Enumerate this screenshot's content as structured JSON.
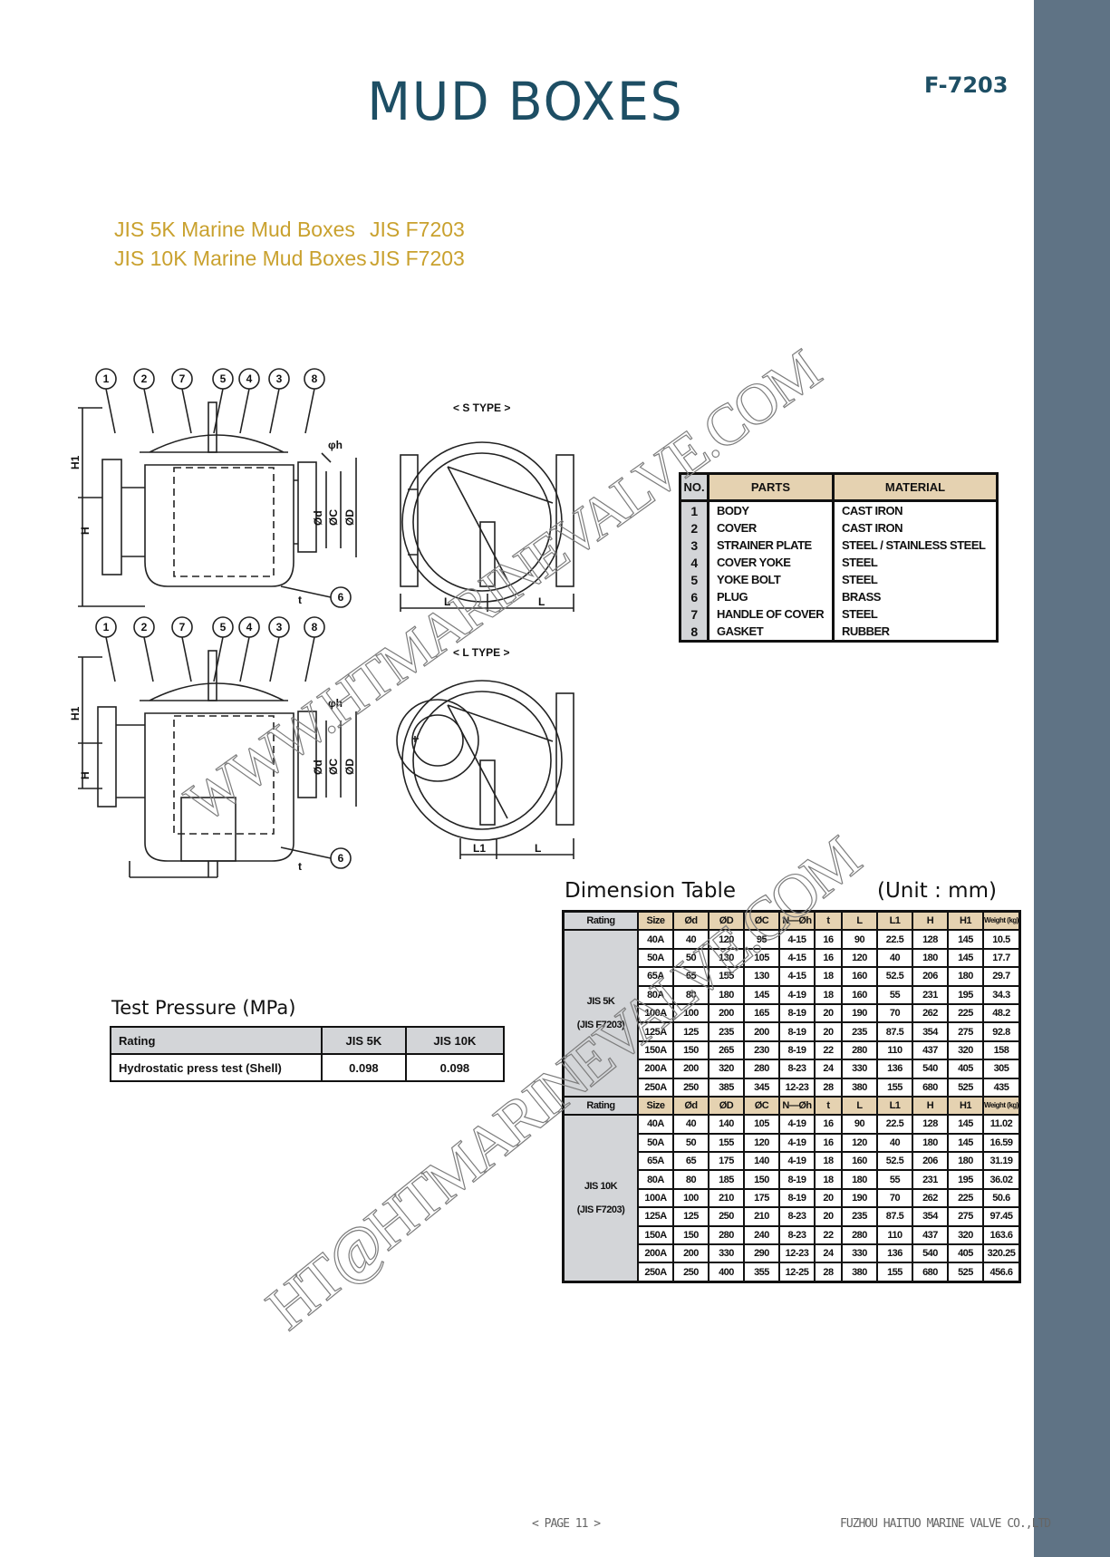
{
  "header": {
    "title": "MUD BOXES",
    "code": "F-7203"
  },
  "subtitles": [
    {
      "name": "JIS 5K Marine Mud Boxes",
      "standard": "JIS F7203"
    },
    {
      "name": "JIS 10K Marine Mud Boxes",
      "standard": "JIS F7203"
    }
  ],
  "drawings": {
    "s_type_label": "< S TYPE >",
    "l_type_label": "< L TYPE >",
    "callouts": [
      "1",
      "2",
      "7",
      "5",
      "4",
      "3",
      "8"
    ],
    "callout_bottom": "6",
    "dims": {
      "h1": "H1",
      "h": "H",
      "d": "Ød",
      "c": "ØC",
      "D": "ØD",
      "t": "t",
      "l": "L",
      "l1": "L1",
      "h_label": "φh"
    }
  },
  "parts_table": {
    "headers": [
      "NO.",
      "PARTS",
      "MATERIAL"
    ],
    "rows": [
      [
        "1",
        "BODY",
        "CAST IRON"
      ],
      [
        "2",
        "COVER",
        "CAST IRON"
      ],
      [
        "3",
        "STRAINER PLATE",
        "STEEL / STAINLESS STEEL"
      ],
      [
        "4",
        "COVER YOKE",
        "STEEL"
      ],
      [
        "5",
        "YOKE BOLT",
        "STEEL"
      ],
      [
        "6",
        "PLUG",
        "BRASS"
      ],
      [
        "7",
        "HANDLE OF COVER",
        "STEEL"
      ],
      [
        "8",
        "GASKET",
        "RUBBER"
      ]
    ]
  },
  "dimension_table": {
    "title": "Dimension Table",
    "unit": "(Unit : mm)",
    "headers": [
      "Rating",
      "Size",
      "Ød",
      "ØD",
      "ØC",
      "N—Øh",
      "t",
      "L",
      "L1",
      "H",
      "H1",
      "Weight (kg)"
    ],
    "groups": [
      {
        "rating": "JIS 5K",
        "rating_sub": "(JIS F7203)",
        "rows": [
          [
            "40A",
            "40",
            "120",
            "95",
            "4-15",
            "16",
            "90",
            "22.5",
            "128",
            "145",
            "10.5"
          ],
          [
            "50A",
            "50",
            "130",
            "105",
            "4-15",
            "16",
            "120",
            "40",
            "180",
            "145",
            "17.7"
          ],
          [
            "65A",
            "65",
            "155",
            "130",
            "4-15",
            "18",
            "160",
            "52.5",
            "206",
            "180",
            "29.7"
          ],
          [
            "80A",
            "80",
            "180",
            "145",
            "4-19",
            "18",
            "160",
            "55",
            "231",
            "195",
            "34.3"
          ],
          [
            "100A",
            "100",
            "200",
            "165",
            "8-19",
            "20",
            "190",
            "70",
            "262",
            "225",
            "48.2"
          ],
          [
            "125A",
            "125",
            "235",
            "200",
            "8-19",
            "20",
            "235",
            "87.5",
            "354",
            "275",
            "92.8"
          ],
          [
            "150A",
            "150",
            "265",
            "230",
            "8-19",
            "22",
            "280",
            "110",
            "437",
            "320",
            "158"
          ],
          [
            "200A",
            "200",
            "320",
            "280",
            "8-23",
            "24",
            "330",
            "136",
            "540",
            "405",
            "305"
          ],
          [
            "250A",
            "250",
            "385",
            "345",
            "12-23",
            "28",
            "380",
            "155",
            "680",
            "525",
            "435"
          ]
        ]
      },
      {
        "rating": "JIS 10K",
        "rating_sub": "(JIS F7203)",
        "rows": [
          [
            "40A",
            "40",
            "140",
            "105",
            "4-19",
            "16",
            "90",
            "22.5",
            "128",
            "145",
            "11.02"
          ],
          [
            "50A",
            "50",
            "155",
            "120",
            "4-19",
            "16",
            "120",
            "40",
            "180",
            "145",
            "16.59"
          ],
          [
            "65A",
            "65",
            "175",
            "140",
            "4-19",
            "18",
            "160",
            "52.5",
            "206",
            "180",
            "31.19"
          ],
          [
            "80A",
            "80",
            "185",
            "150",
            "8-19",
            "18",
            "180",
            "55",
            "231",
            "195",
            "36.02"
          ],
          [
            "100A",
            "100",
            "210",
            "175",
            "8-19",
            "20",
            "190",
            "70",
            "262",
            "225",
            "50.6"
          ],
          [
            "125A",
            "125",
            "250",
            "210",
            "8-23",
            "20",
            "235",
            "87.5",
            "354",
            "275",
            "97.45"
          ],
          [
            "150A",
            "150",
            "280",
            "240",
            "8-23",
            "22",
            "280",
            "110",
            "437",
            "320",
            "163.6"
          ],
          [
            "200A",
            "200",
            "330",
            "290",
            "12-23",
            "24",
            "330",
            "136",
            "540",
            "405",
            "320.25"
          ],
          [
            "250A",
            "250",
            "400",
            "355",
            "12-25",
            "28",
            "380",
            "155",
            "680",
            "525",
            "456.6"
          ]
        ]
      }
    ]
  },
  "test_pressure": {
    "title": "Test Pressure (MPa)",
    "headers": [
      "Rating",
      "JIS 5K",
      "JIS 10K"
    ],
    "row": [
      "Hydrostatic press test (Shell)",
      "0.098",
      "0.098"
    ]
  },
  "watermarks": [
    "WWW.HTMARINEVALVE.COM",
    "HT@HTMARINEVALVE.COM"
  ],
  "footer": {
    "page": "< PAGE 11 >",
    "company": "FUZHOU HAITUO MARINE VALVE CO.,LTD"
  },
  "colors": {
    "title": "#1d4e64",
    "subtitle": "#c9a12e",
    "sidebar": "#5f7385",
    "table_header": "#e5d2b1",
    "rating_cell": "#d3d5d8"
  }
}
